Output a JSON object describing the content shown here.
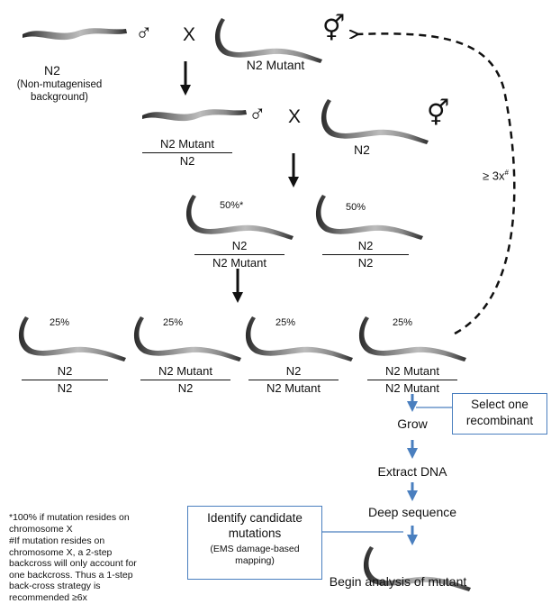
{
  "top_row": {
    "left_worm_label": "N2",
    "left_worm_sublabel_1": "(Non-mutagenised",
    "left_worm_sublabel_2": "background)",
    "cross_symbol": "X",
    "right_worm_label": "N2 Mutant",
    "male_symbol": "♂",
    "hermaphrodite_symbol": "⚥"
  },
  "second_row": {
    "left_genotype_top": "N2 Mutant",
    "left_genotype_bottom": "N2",
    "cross_symbol": "X",
    "right_worm_label": "N2"
  },
  "third_row": {
    "left_percent": "50%*",
    "left_genotype_top": "N2",
    "left_genotype_bottom": "N2 Mutant",
    "right_percent": "50%",
    "right_genotype_top": "N2",
    "right_genotype_bottom": "N2"
  },
  "fourth_row": [
    {
      "percent": "25%",
      "genotype_top": "N2",
      "genotype_bottom": "N2"
    },
    {
      "percent": "25%",
      "genotype_top": "N2 Mutant",
      "genotype_bottom": "N2"
    },
    {
      "percent": "25%",
      "genotype_top": "N2",
      "genotype_bottom": "N2 Mutant"
    },
    {
      "percent": "25%",
      "genotype_top": "N2 Mutant",
      "genotype_bottom": "N2 Mutant"
    }
  ],
  "repeat_label": "≥ 3x",
  "repeat_superscript": "#",
  "steps": {
    "grow": "Grow",
    "extract": "Extract DNA",
    "sequence": "Deep sequence",
    "analysis": "Begin analysis of mutant"
  },
  "select_box": {
    "line1": "Select one",
    "line2": "recombinant"
  },
  "identify_box": {
    "line1": "Identify candidate",
    "line2": "mutations",
    "line3": "(EMS damage-based",
    "line4": "mapping)"
  },
  "footnotes": {
    "star": "*100% if mutation resides on chromosome X",
    "hash": "#If mutation resides on chromosome X, a 2-step backcross will only account for one backcross. Thus a 1-step back-cross strategy is recommended ≥6x"
  },
  "colors": {
    "arrow_blue": "#4a7fbf",
    "box_border": "#4a7fbf",
    "worm_dark": "#2a2a2a",
    "worm_light": "#d8d8d8"
  }
}
